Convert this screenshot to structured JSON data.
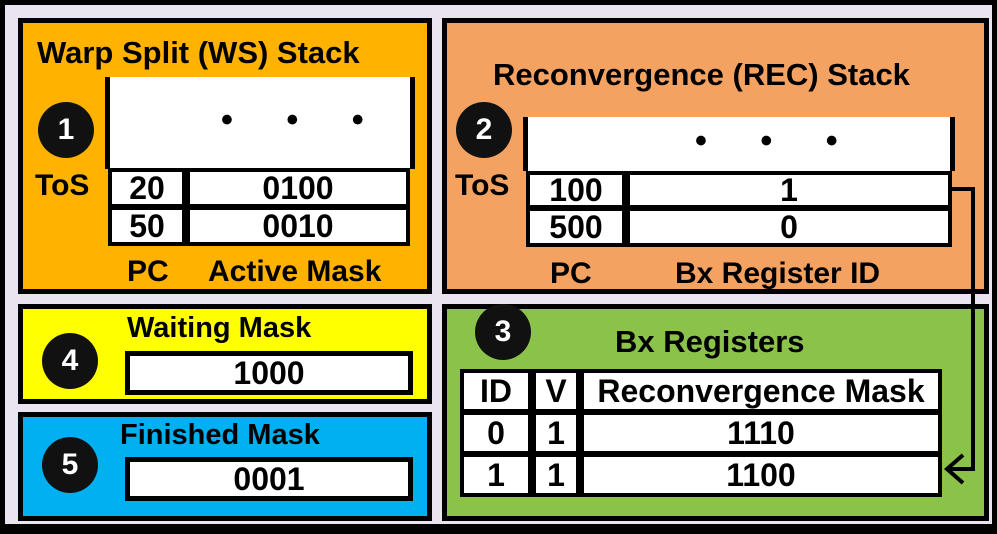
{
  "ws_stack": {
    "title": "Warp Split (WS) Stack",
    "number": "1",
    "tos_label": "ToS",
    "ellipsis": "• • •",
    "rows": [
      {
        "pc": "20",
        "mask": "0100"
      },
      {
        "pc": "50",
        "mask": "0010"
      }
    ],
    "col_pc": "PC",
    "col_mask": "Active Mask",
    "color": "#ffb300"
  },
  "rec_stack": {
    "title": "Reconvergence (REC) Stack",
    "number": "2",
    "tos_label": "ToS",
    "ellipsis": "• • •",
    "rows": [
      {
        "pc": "100",
        "reg": "1"
      },
      {
        "pc": "500",
        "reg": "0"
      }
    ],
    "col_pc": "PC",
    "col_reg": "Bx Register ID",
    "color": "#f4a261"
  },
  "bx_registers": {
    "title": "Bx Registers",
    "number": "3",
    "headers": {
      "id": "ID",
      "v": "V",
      "mask": "Reconvergence Mask"
    },
    "rows": [
      {
        "id": "0",
        "v": "1",
        "mask": "1110"
      },
      {
        "id": "1",
        "v": "1",
        "mask": "1100"
      }
    ],
    "color": "#8bc34a"
  },
  "waiting_mask": {
    "title": "Waiting Mask",
    "number": "4",
    "value": "1000",
    "color": "#ffff00"
  },
  "finished_mask": {
    "title": "Finished Mask",
    "number": "5",
    "value": "0001",
    "color": "#00b0f0"
  }
}
